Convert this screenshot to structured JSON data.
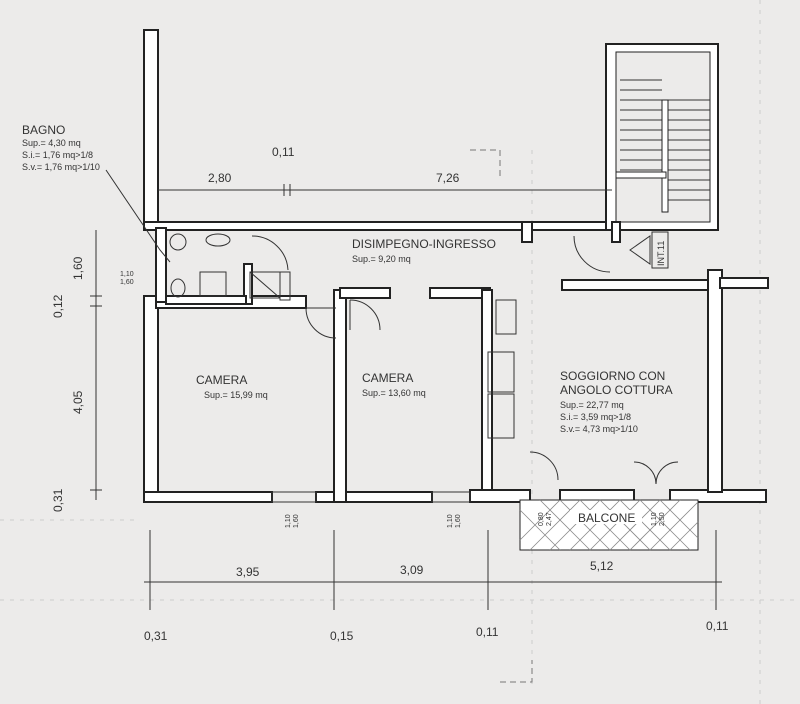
{
  "bagno": {
    "title": "BAGNO",
    "sup": "Sup.= 4,30 mq",
    "si": "S.i.= 1,76 mq>1/8",
    "sv": "S.v.= 1,76 mq>1/10"
  },
  "disimpegno": {
    "title": "DISIMPEGNO-INGRESSO",
    "sup": "Sup.= 9,20 mq"
  },
  "camera_left": {
    "title": "CAMERA",
    "sup": "Sup.= 15,99 mq"
  },
  "camera_mid": {
    "title": "CAMERA",
    "sup": "Sup.= 13,60 mq"
  },
  "soggiorno": {
    "title1": "SOGGIORNO CON",
    "title2": "ANGOLO COTTURA",
    "sup": "Sup.= 22,77 mq",
    "si": "S.i.= 3,59 mq>1/8",
    "sv": "S.v.= 4,73 mq>1/10"
  },
  "balcone": "BALCONE",
  "int_label": "INT.11",
  "dims": {
    "top_011": "0,11",
    "top_280": "2,80",
    "top_726": "7,26",
    "left_160": "1,60",
    "left_012": "0,12",
    "left_405": "4,05",
    "left_031": "0,31",
    "bot_395": "3,95",
    "bot_309": "3,09",
    "bot_512": "5,12",
    "bot_031": "0,31",
    "bot_015": "0,15",
    "bot_011a": "0,11",
    "bot_011b": "0,11"
  },
  "windows": {
    "bagno_w1": "1,10",
    "bagno_w2": "1,60",
    "cam1_w1": "1,10",
    "cam1_w2": "1,60",
    "cam2_w1": "1,10",
    "cam2_w2": "1,60",
    "balc_w1": "0,80",
    "balc_w2": "2,47",
    "balc2_w1": "1,10",
    "balc2_w2": "2,50"
  }
}
